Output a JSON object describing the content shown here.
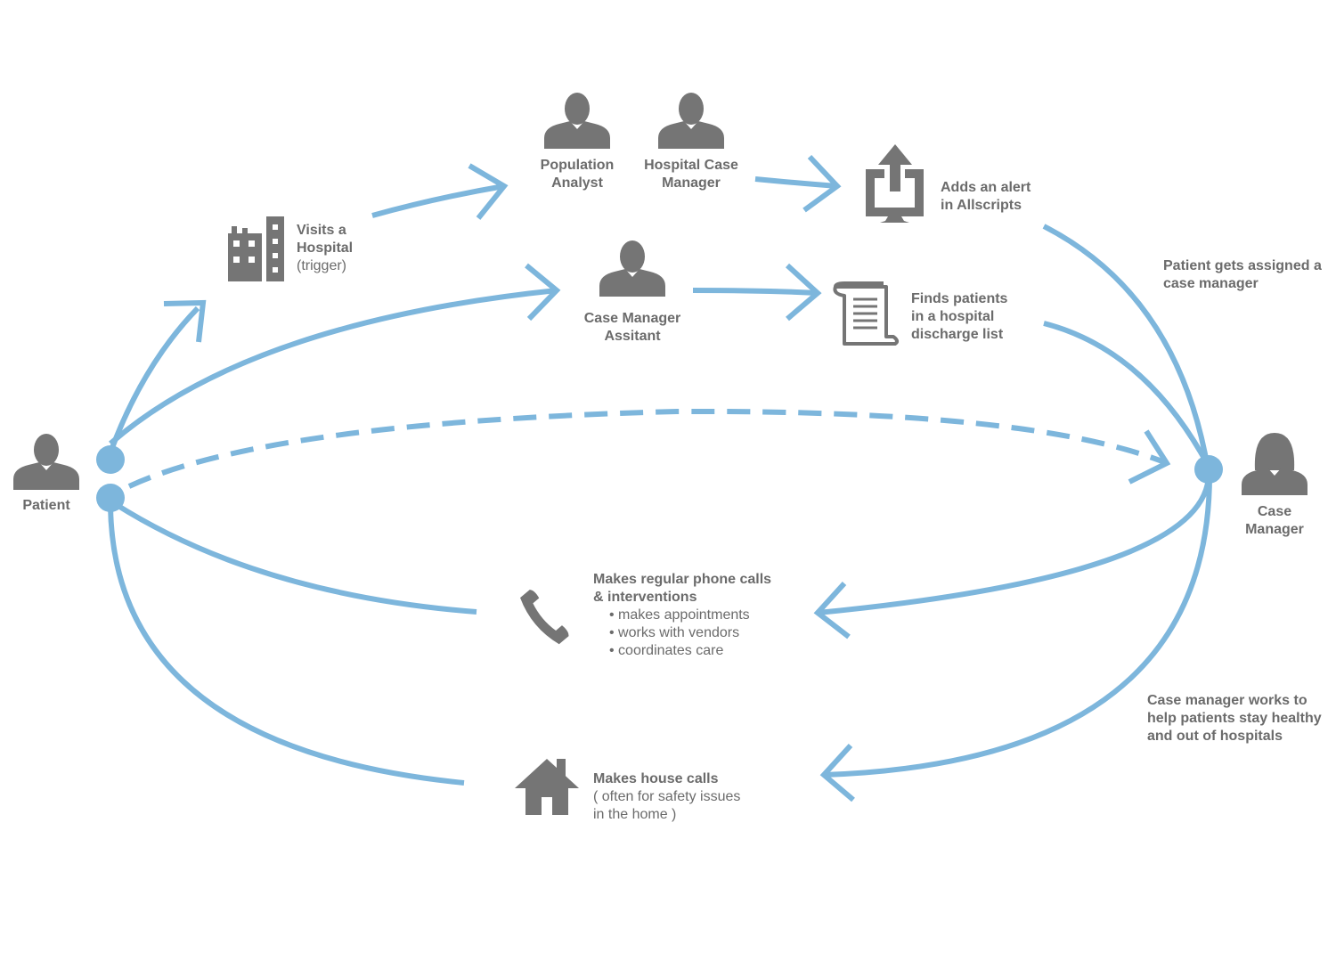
{
  "colors": {
    "flow": "#7db6dc",
    "icon": "#757575",
    "text": "#6b6b6b"
  },
  "nodes": {
    "patient": {
      "icon": "person-icon",
      "label": "Patient"
    },
    "case_manager": {
      "icon": "female-person-icon",
      "label_line1": "Case",
      "label_line2": "Manager"
    },
    "population_analyst": {
      "icon": "person-icon",
      "label_line1": "Population",
      "label_line2": "Analyst"
    },
    "hospital_case_manager": {
      "icon": "person-icon",
      "label_line1": "Hospital Case",
      "label_line2": "Manager"
    },
    "case_manager_assistant": {
      "icon": "person-icon",
      "label_line1": "Case Manager",
      "label_line2": "Assitant"
    }
  },
  "steps": {
    "visits_hospital": {
      "icon": "hospital-building-icon",
      "line1": "Visits a",
      "line2": "Hospital",
      "line3": "(trigger)"
    },
    "adds_alert": {
      "icon": "upload-monitor-icon",
      "line1": "Adds an alert",
      "line2": "in Allscripts"
    },
    "finds_patients": {
      "icon": "scroll-document-icon",
      "line1": "Finds patients",
      "line2": "in a hospital",
      "line3": "discharge list"
    },
    "phone_calls": {
      "icon": "phone-icon",
      "line1": "Makes regular phone calls",
      "line2": "& interventions",
      "bullets": [
        "• makes appointments",
        "• works with vendors",
        "• coordinates care"
      ]
    },
    "house_calls": {
      "icon": "house-icon",
      "line1": "Makes house calls",
      "line2": "( often for safety issues",
      "line3": "in the home )"
    }
  },
  "annotations": {
    "assigned": {
      "line1": "Patient gets assigned a",
      "line2": "case manager"
    },
    "works_to_help": {
      "line1": "Case manager works to",
      "line2": "help patients stay healthy",
      "line3": "and out of hospitals"
    }
  }
}
